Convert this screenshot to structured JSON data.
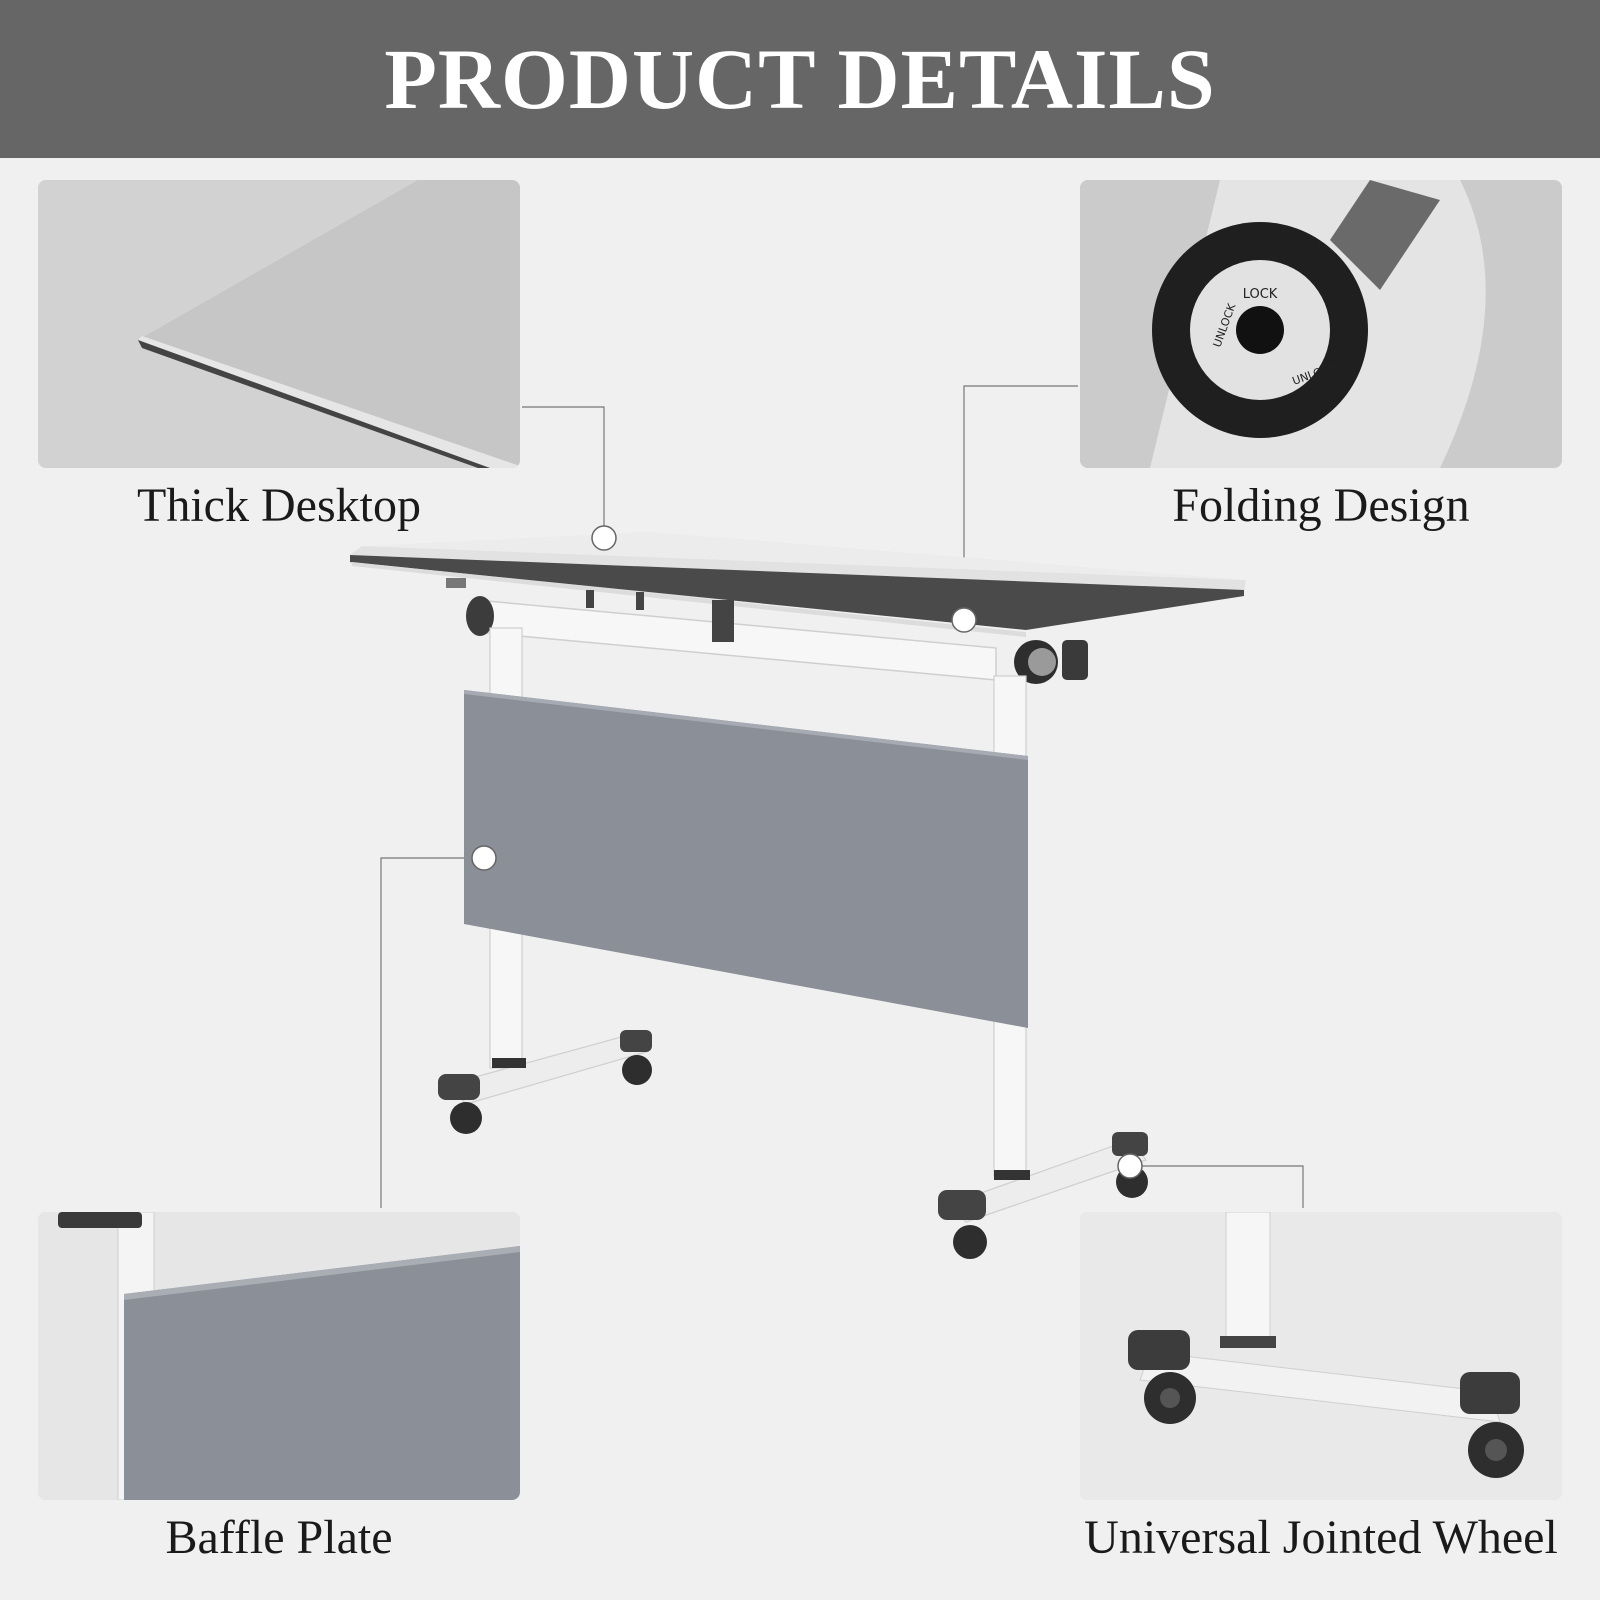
{
  "header": {
    "title": "PRODUCT DETAILS"
  },
  "features": [
    {
      "label": "Thick Desktop",
      "icon": "desktop-edge-icon"
    },
    {
      "label": "Folding Design",
      "icon": "lock-knob-icon",
      "knob": {
        "lock": "LOCK",
        "unlock": "UNLOCK"
      }
    },
    {
      "label": "Baffle Plate",
      "icon": "baffle-plate-icon"
    },
    {
      "label": "Universal Jointed Wheel",
      "icon": "caster-wheel-icon"
    }
  ],
  "colors": {
    "header_bg": "#666666",
    "background": "#f0f0f0",
    "desktop": "#e9e9e9",
    "frame": "#f4f4f4",
    "baffle": "#8a8f98",
    "wheel": "#3a3a3a"
  }
}
